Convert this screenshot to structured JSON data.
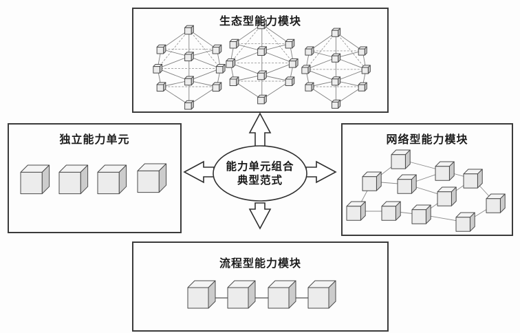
{
  "diagram": {
    "top_box": {
      "title": "生态型能力模块"
    },
    "left_box": {
      "title": "独立能力单元"
    },
    "right_box": {
      "title": "网络型能力模块"
    },
    "bottom_box": {
      "title": "流程型能力模块"
    },
    "center": {
      "line1": "能力单元组合",
      "line2": "典型范式"
    }
  },
  "colors": {
    "box_border": "#3a3a3a",
    "cube_front": "#ececec",
    "cube_top": "#f4f4f4",
    "cube_side": "#cccccc",
    "line": "#8a8a8a",
    "text": "#1c1c1c",
    "background": "#fdfdfd"
  }
}
